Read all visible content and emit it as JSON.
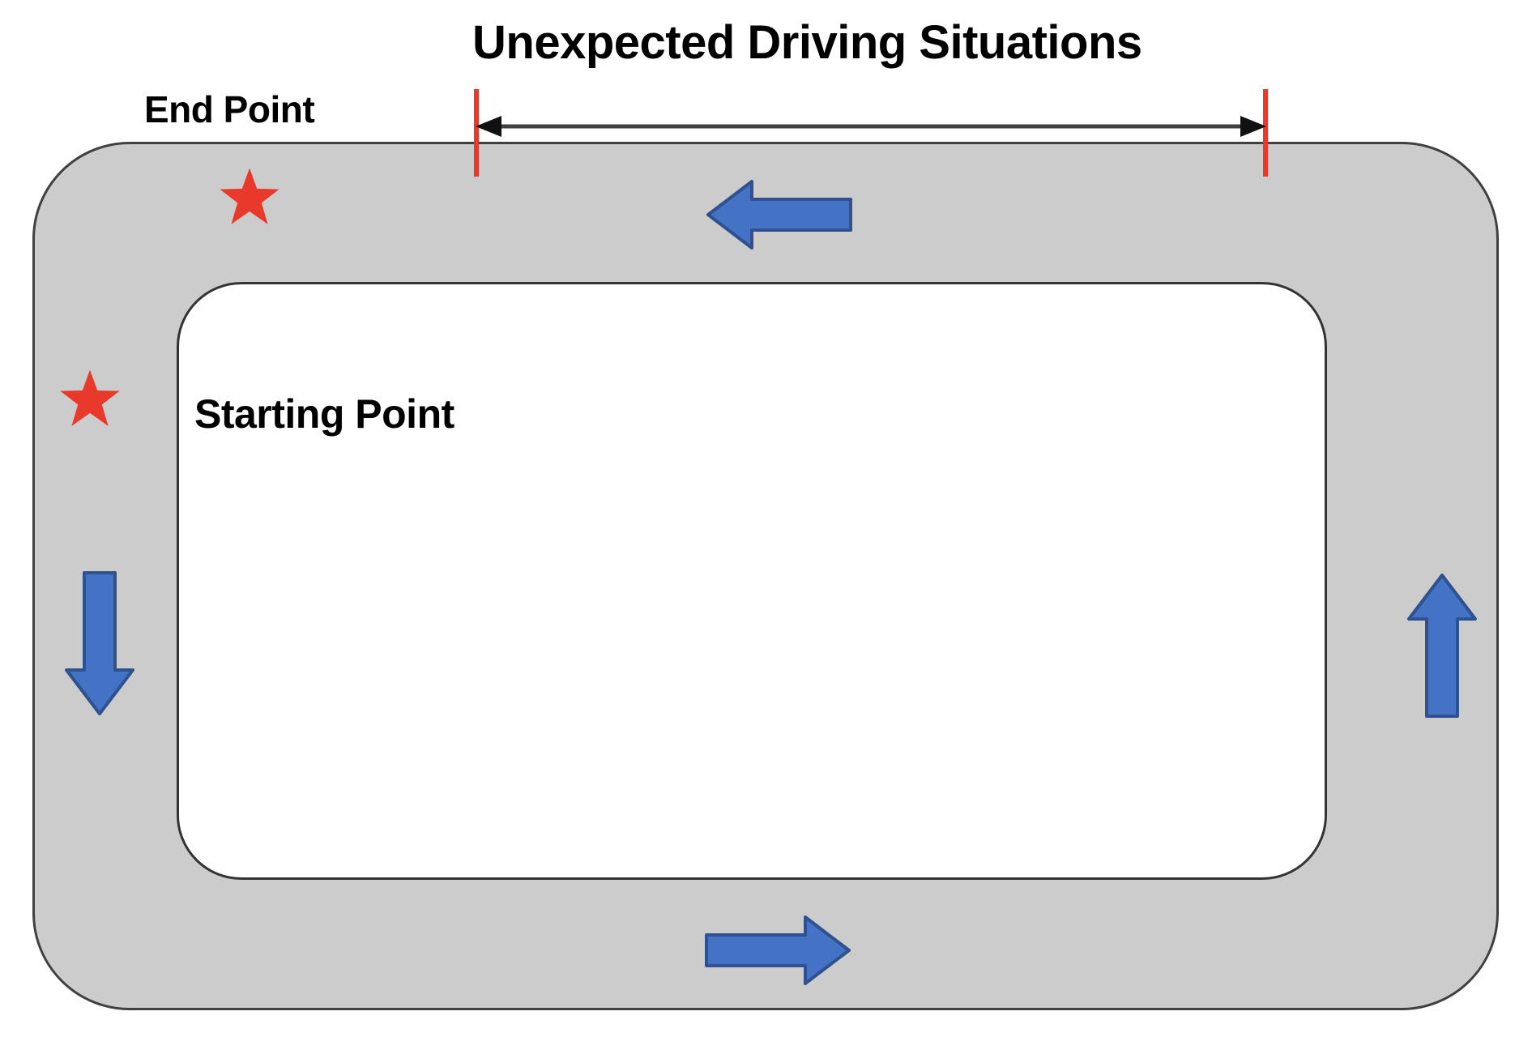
{
  "diagram": {
    "title": "Unexpected Driving Situations",
    "labels": {
      "end_point": "End Point",
      "starting_point": "Starting Point"
    },
    "colors": {
      "track_fill": "#cccccc",
      "track_border": "#404040",
      "infield_fill": "#ffffff",
      "star": "#e8392b",
      "tick_mark": "#e8392b",
      "direction_arrow_fill": "#4472c4",
      "direction_arrow_border": "#2f528f",
      "dimension_line": "#404040",
      "text": "#000000",
      "background": "#ffffff"
    },
    "markers": [
      {
        "name": "end-point-star",
        "icon": "star-icon",
        "label": "End Point"
      },
      {
        "name": "starting-point-star",
        "icon": "star-icon",
        "label": "Starting Point"
      }
    ],
    "direction_arrows": [
      {
        "name": "top",
        "icon": "arrow-left-icon",
        "direction": "left"
      },
      {
        "name": "right",
        "icon": "arrow-up-icon",
        "direction": "up"
      },
      {
        "name": "bottom",
        "icon": "arrow-right-icon",
        "direction": "right"
      },
      {
        "name": "left",
        "icon": "arrow-down-icon",
        "direction": "down"
      }
    ],
    "dimension": {
      "icon": "double-headed-arrow-icon",
      "label": "Unexpected Driving Situations",
      "spans": "top straight section of the track"
    }
  }
}
